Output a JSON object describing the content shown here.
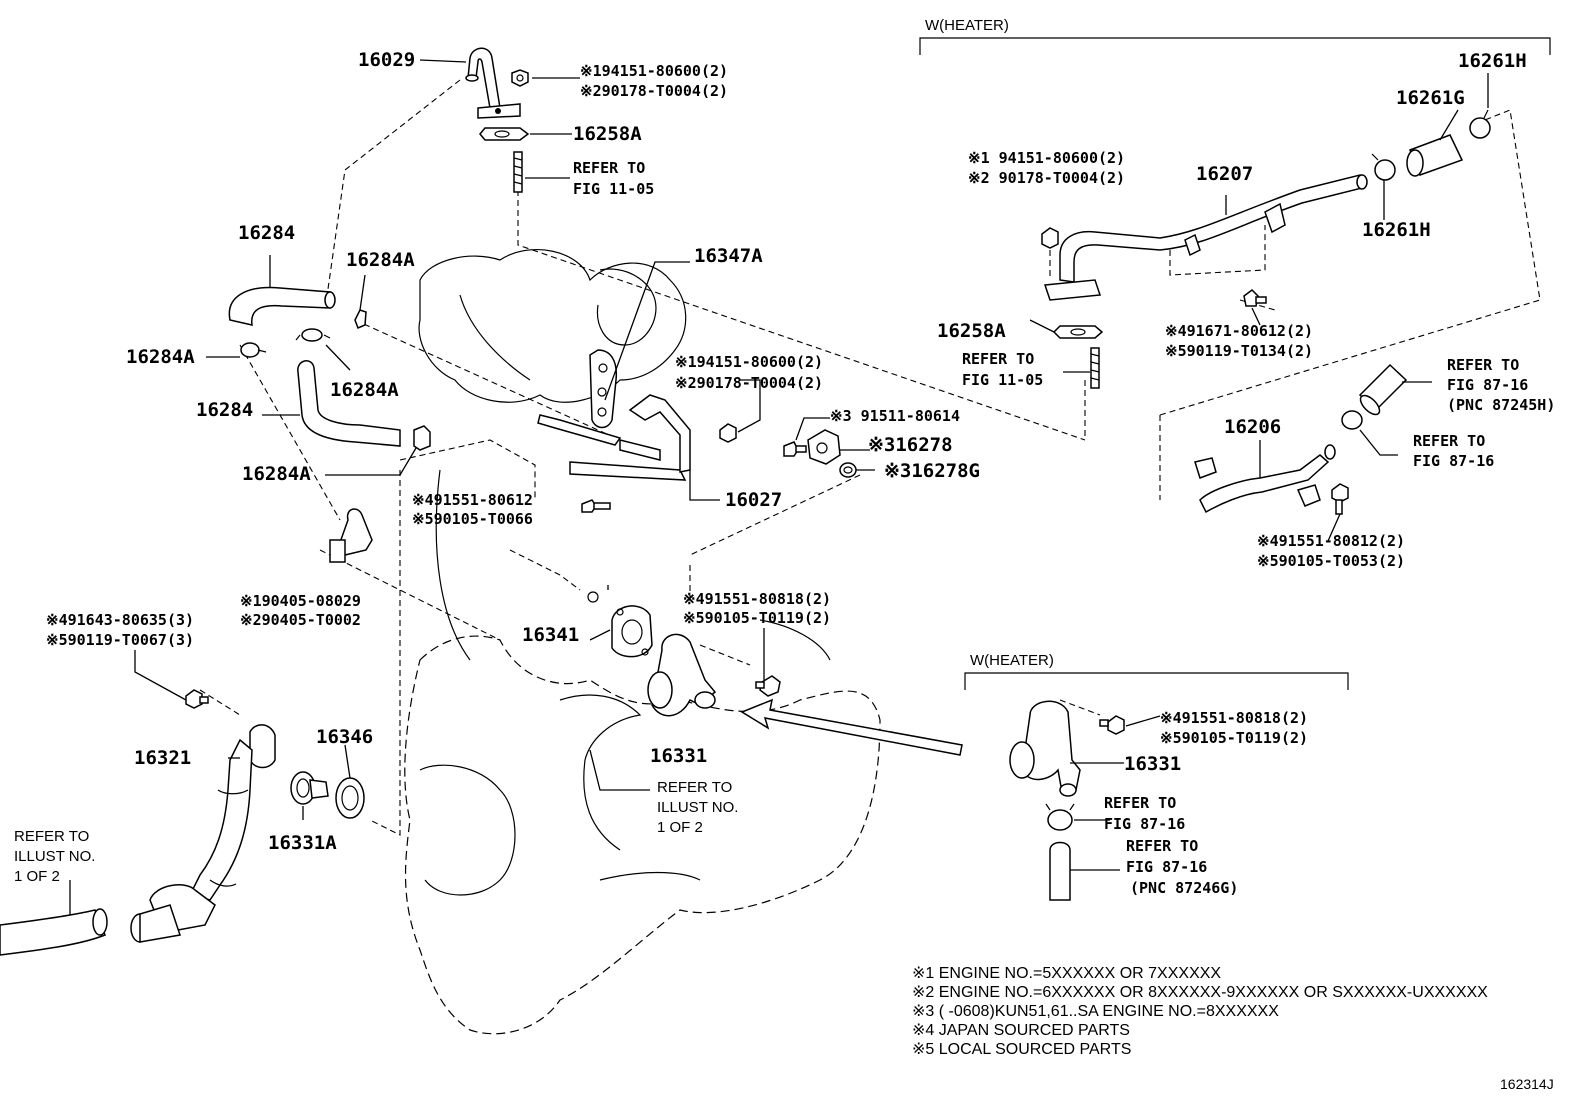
{
  "headers": {
    "heater_top": "W(HEATER)",
    "heater_bottom": "W(HEATER)"
  },
  "labels": {
    "p16029": "16029",
    "p16029_n1": "※194151-80600(2)",
    "p16029_n2": "※290178-T0004(2)",
    "p16258A_top": "16258A",
    "ref_fig1105_a1": "REFER TO",
    "ref_fig1105_a2": "FIG 11-05",
    "p16284_top": "16284",
    "p16284A_a": "16284A",
    "p16347A": "16347A",
    "p16284A_b": "16284A",
    "p16284A_c": "16284A",
    "p16284_mid": "16284",
    "p16027_n1": "※194151-80600(2)",
    "p16027_n2": "※290178-T0004(2)",
    "p16278_n1": "※3 91511-80614",
    "p16278": "※316278",
    "p16278G": "※316278G",
    "p16284A_d": "16284A",
    "p16027": "16027",
    "bolt_n1": "※491551-80612",
    "bolt_n2": "※590105-T0066",
    "hose_n1": "※190405-08029",
    "hose_n2": "※290405-T0002",
    "p16321_n1": "※491643-80635(3)",
    "p16321_n2": "※590119-T0067(3)",
    "p16341": "16341",
    "p16331_n1": "※491551-80818(2)",
    "p16331_n2": "※590105-T0119(2)",
    "p16346": "16346",
    "p16321": "16321",
    "p16331_main": "16331",
    "p16331A": "16331A",
    "ref_illust_a1": "REFER TO",
    "ref_illust_a2": "ILLUST NO.",
    "ref_illust_a3": "1 OF 2",
    "ref_illust_b1": "REFER TO",
    "ref_illust_b2": "ILLUST NO.",
    "ref_illust_b3": "1 OF 2",
    "p16261H_top": "16261H",
    "p16261G": "16261G",
    "p16207_n1": "※1 94151-80600(2)",
    "p16207_n2": "※2 90178-T0004(2)",
    "p16207": "16207",
    "p16261H_mid": "16261H",
    "p16258A_right": "16258A",
    "p16207_bolt_n1": "※491671-80612(2)",
    "p16207_bolt_n2": "※590119-T0134(2)",
    "ref_fig1105_b1": "REFER TO",
    "ref_fig1105_b2": "FIG 11-05",
    "ref_8716_a1": "REFER TO",
    "ref_8716_a2": "FIG 87-16",
    "ref_8716_a3": "(PNC 87245H)",
    "p16206": "16206",
    "ref_8716_b1": "REFER TO",
    "ref_8716_b2": "FIG 87-16",
    "p16206_n1": "※491551-80812(2)",
    "p16206_n2": "※590105-T0053(2)",
    "p16331_right_n1": "※491551-80818(2)",
    "p16331_right_n2": "※590105-T0119(2)",
    "p16331_right": "16331",
    "ref_8716_c1": "REFER TO",
    "ref_8716_c2": "FIG 87-16",
    "ref_8716_d1": "REFER TO",
    "ref_8716_d2": "FIG 87-16",
    "ref_8716_d3": "(PNC 87246G)"
  },
  "notes": [
    "※1 ENGINE NO.=5XXXXXX OR 7XXXXXX",
    "※2 ENGINE NO.=6XXXXXX OR 8XXXXXX-9XXXXXX OR SXXXXXX-UXXXXXX",
    "※3 (      -0608)KUN51,61..SA ENGINE NO.=8XXXXXX",
    "※4 JAPAN SOURCED PARTS",
    "※5 LOCAL SOURCED PARTS"
  ],
  "figure_code": "162314J"
}
